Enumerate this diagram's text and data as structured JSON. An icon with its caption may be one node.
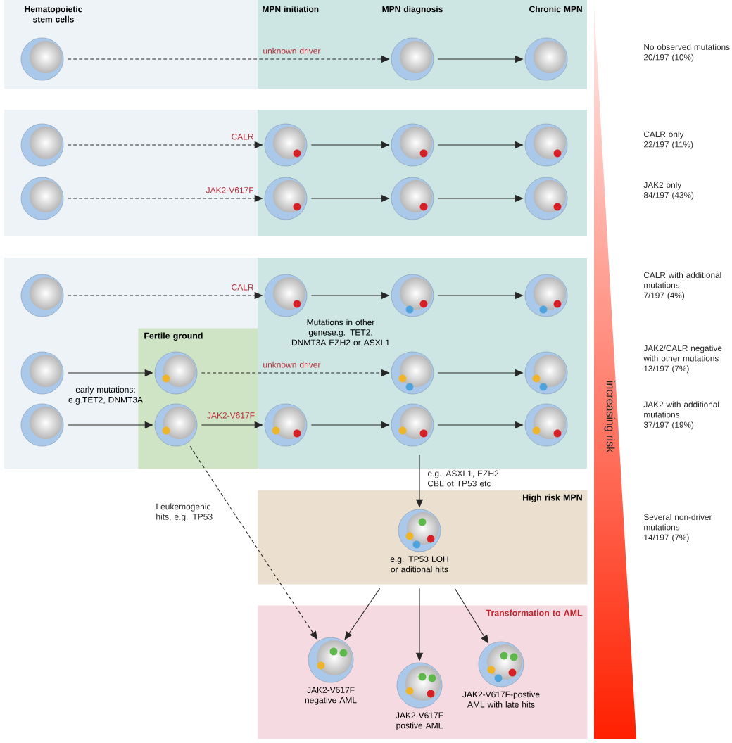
{
  "diagram": {
    "nodes": [
      {
        "text": [],
        "shape": "circle"
      },
      {
        "text": [],
        "shape": "circle"
      },
      {
        "text": [],
        "shape": "circle"
      },
      {
        "text": [],
        "shape": "circle"
      },
      {
        "text": [],
        "shape": "circle"
      },
      {
        "text": [],
        "shape": "circle"
      },
      {
        "text": [],
        "shape": "circle"
      },
      {
        "text": [],
        "shape": "circle"
      },
      {
        "text": [],
        "shape": "circle"
      },
      {
        "text": [],
        "shape": "circle"
      },
      {
        "text": [],
        "shape": "circle"
      },
      {
        "text": [],
        "shape": "circle"
      },
      {
        "text": [],
        "shape": "circle"
      },
      {
        "text": [],
        "shape": "circle"
      },
      {
        "text": [],
        "shape": "circle"
      },
      {
        "text": [],
        "shape": "circle"
      },
      {
        "text": [
          "Fertile ground"
        ]
      },
      {
        "text": [],
        "shape": "circle",
        "in": 16
      },
      {
        "text": [],
        "shape": "circle"
      },
      {
        "text": [],
        "shape": "circle"
      },
      {
        "text": [],
        "shape": "circle"
      },
      {
        "text": [],
        "shape": "circle",
        "in": 16
      },
      {
        "text": [],
        "shape": "circle"
      },
      {
        "text": [],
        "shape": "circle"
      },
      {
        "text": [],
        "shape": "circle"
      },
      {
        "text": [
          "High risk MPN"
        ]
      },
      {
        "text": [],
        "shape": "circle",
        "in": 25,
        "beside": [
          "e.g. TP53 LOH or aditional hits"
        ]
      },
      {
        "text": [
          "Transformation to AML"
        ]
      },
      {
        "text": [],
        "shape": "circle",
        "in": 27,
        "beside": [
          "JAK2-V617F negative AML"
        ]
      },
      {
        "text": [],
        "shape": "circle",
        "in": 27,
        "beside": [
          "JAK2-V617F postive AML"
        ]
      },
      {
        "text": [],
        "shape": "circle",
        "in": 27,
        "beside": [
          "JAK2-V617F-postive AML with late hits"
        ]
      }
    ],
    "edges": [
      {
        "from": 0,
        "to": 1,
        "arrow": "to",
        "style": "dashed",
        "label": "unknown driver"
      },
      {
        "from": 1,
        "to": 2,
        "arrow": "to"
      },
      {
        "from": 3,
        "to": 4,
        "arrow": "to",
        "style": "dashed",
        "label": "CALR"
      },
      {
        "from": 4,
        "to": 5,
        "arrow": "to"
      },
      {
        "from": 5,
        "to": 6,
        "arrow": "to"
      },
      {
        "from": 7,
        "to": 8,
        "arrow": "to",
        "style": "dashed",
        "label": "JAK2-V617F"
      },
      {
        "from": 8,
        "to": 9,
        "arrow": "to"
      },
      {
        "from": 9,
        "to": 10,
        "arrow": "to"
      },
      {
        "from": 11,
        "to": 12,
        "arrow": "to",
        "style": "dashed",
        "label": "CALR"
      },
      {
        "from": 12,
        "to": 13,
        "arrow": "to"
      },
      {
        "from": 13,
        "to": 14,
        "arrow": "to"
      },
      {
        "from": 15,
        "to": 17,
        "arrow": "to"
      },
      {
        "from": 17,
        "to": 18,
        "arrow": "to",
        "style": "dashed",
        "label": "unknown driver"
      },
      {
        "from": 18,
        "to": 19,
        "arrow": "to"
      },
      {
        "from": 20,
        "to": 21,
        "arrow": "to"
      },
      {
        "from": 21,
        "to": 22,
        "arrow": "to",
        "label": "JAK2-V617F"
      },
      {
        "from": 22,
        "to": 23,
        "arrow": "to"
      },
      {
        "from": 23,
        "to": 24,
        "arrow": "to"
      },
      {
        "from": 23,
        "to": 26,
        "arrow": "to",
        "label": "e.g. ASXL1, EZH2, CBL ot TP53 etc"
      },
      {
        "from": 21,
        "to": 28,
        "arrow": "to",
        "style": "dashed",
        "label": "Leukemogenic hits, e.g. TP53"
      },
      {
        "from": 26,
        "to": 28,
        "arrow": "to"
      },
      {
        "from": 26,
        "to": 29,
        "arrow": "to"
      },
      {
        "from": 26,
        "to": 30,
        "arrow": "to"
      }
    ],
    "labels": [
      "Hematopoietic stem cells",
      "MPN initiation",
      "MPN diagnosis",
      "Chronic MPN",
      "early mutations: e.g.TET2, DNMT3A",
      "Mutations in other genese.g. TET2, DNMT3A EZH2 or ASXL1",
      "No observed mutations",
      "20/197 (10%)",
      "CALR only",
      "22/197 (11%)",
      "JAK2 only",
      "84/197 (43%)",
      "CALR with additional mutations",
      "7/197 (4%)",
      "JAK2/CALR negative with other mutations",
      "13/197 (7%)",
      "JAK2 with additional mutations",
      "37/197 (19%)",
      "Several non-driver mutations",
      "14/197 (7%)",
      "increasing risk"
    ]
  }
}
